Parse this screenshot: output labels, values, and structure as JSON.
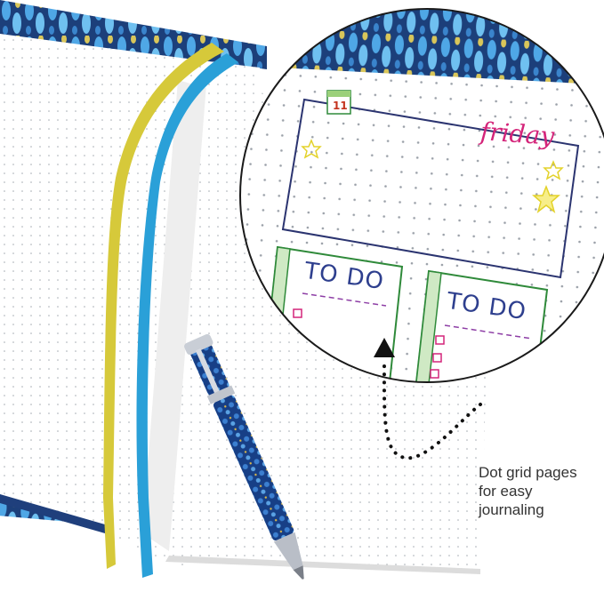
{
  "caption": {
    "line1": "Dot grid pages",
    "line2": "for easy",
    "line3": "journaling"
  },
  "zoom_inset": {
    "date_number": "11",
    "day_word": "friday",
    "todo_1": "TO DO",
    "todo_2": "TO DO"
  },
  "colors": {
    "cover_blue": "#1f5fae",
    "ribbon_yellow": "#d6c93a",
    "ribbon_blue": "#2aa0d8",
    "pen_blue": "#1a4f9c",
    "frame_navy": "#2b3470",
    "todo_green": "#2f8a3a",
    "accent_pink": "#d4257a",
    "star_yellow": "#e3d22a"
  },
  "icons": [
    "star-icon",
    "calendar-tab-icon",
    "checkbox-icon",
    "dotted-arrow-icon"
  ]
}
